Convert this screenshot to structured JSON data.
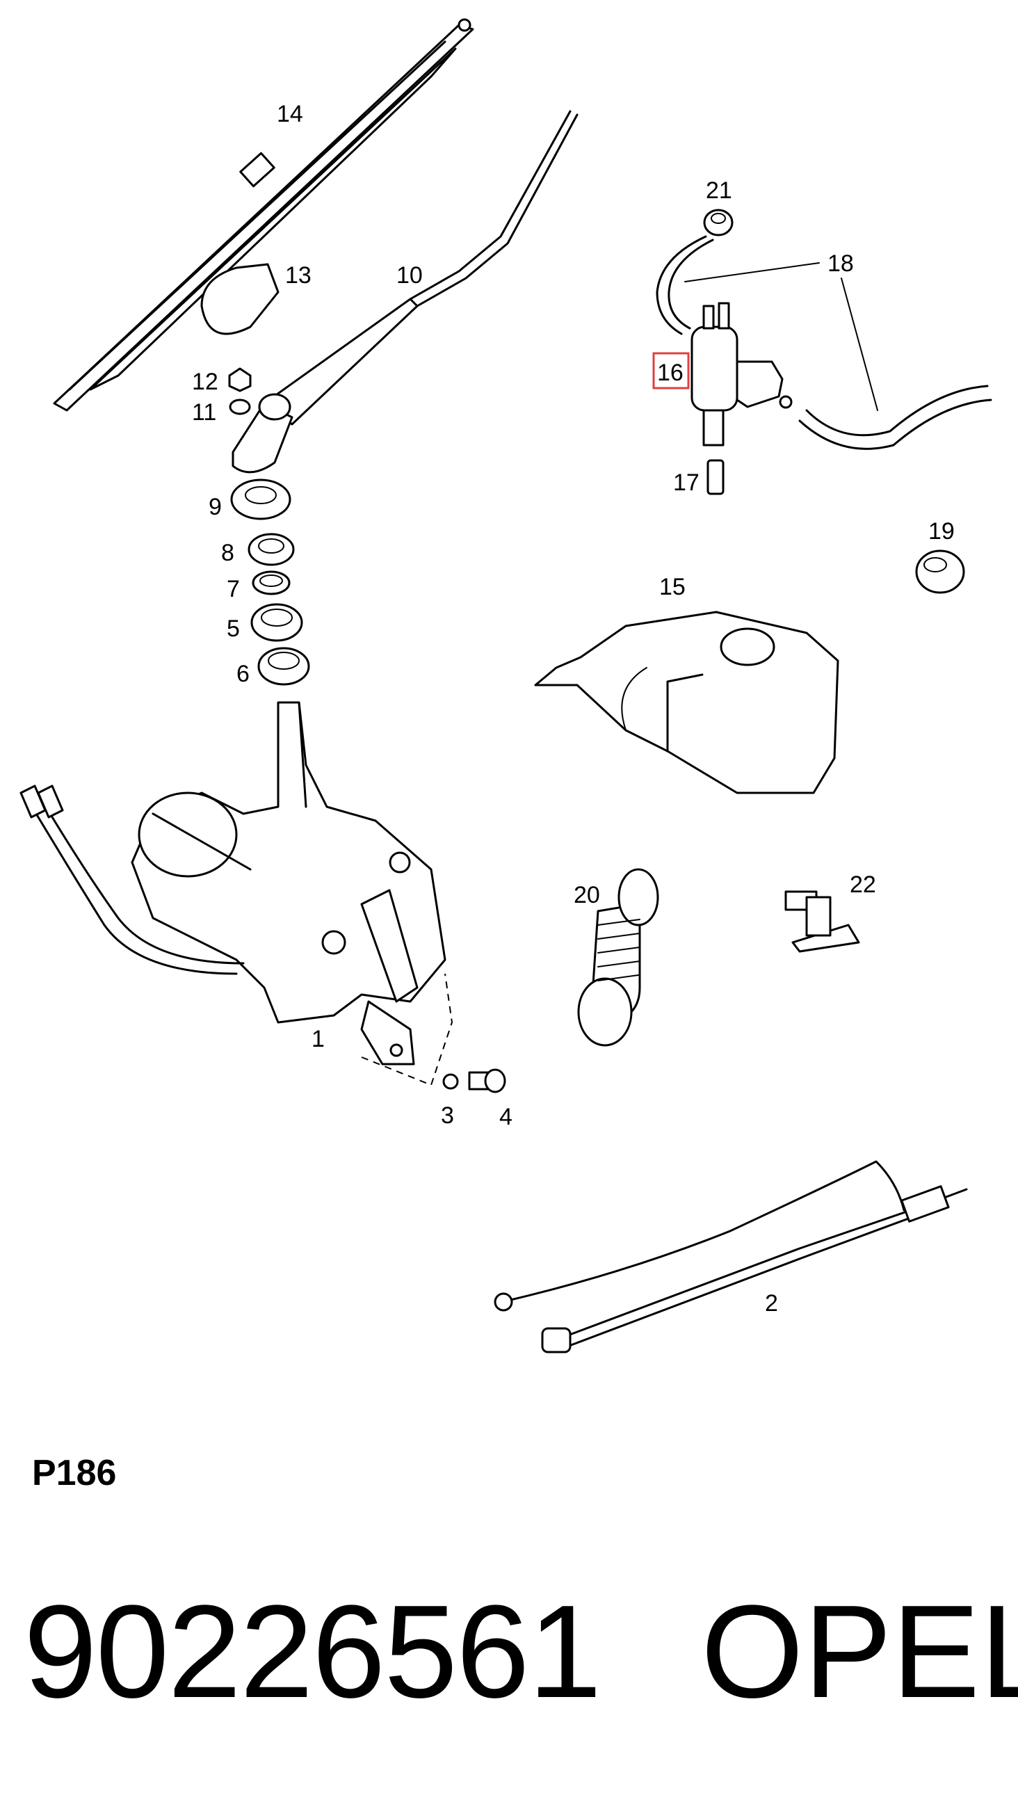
{
  "diagram": {
    "labels": [
      "1",
      "2",
      "3",
      "4",
      "5",
      "6",
      "7",
      "8",
      "9",
      "10",
      "11",
      "12",
      "13",
      "14",
      "15",
      "16",
      "17",
      "18",
      "19",
      "20",
      "21",
      "22"
    ],
    "highlighted_label": "16",
    "highlight_color": "#e04040"
  },
  "footer": {
    "code": "P186",
    "part_number": "90226561",
    "brand": "OPEL"
  }
}
